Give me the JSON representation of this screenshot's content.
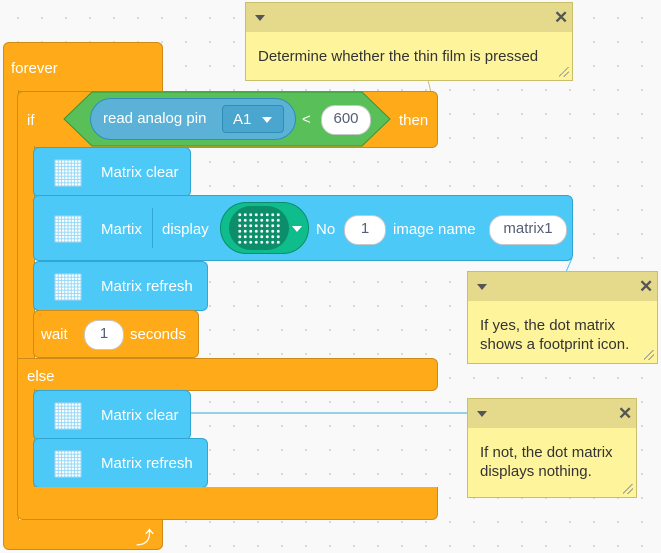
{
  "blocks": {
    "forever": "forever",
    "if": "if",
    "condition": {
      "read_analog_pin": "read analog pin",
      "pin": "A1",
      "operator": "<",
      "threshold": "600"
    },
    "then": "then",
    "matrix_clear_1": "Matrix clear",
    "display_block": {
      "module": "Martix",
      "action": "display",
      "no_label": "No",
      "no_value": "1",
      "image_name_label": "image name",
      "image_name_value": "matrix1"
    },
    "matrix_refresh_1": "Matrix refresh",
    "wait": {
      "label": "wait",
      "value": "1",
      "unit": "seconds"
    },
    "else": "else",
    "matrix_clear_2": "Matrix clear",
    "matrix_refresh_2": "Matrix refresh"
  },
  "comments": {
    "top": "Determine whether the thin film is pressed",
    "yes": "If yes, the dot matrix shows a footprint icon.",
    "no": "If not, the dot matrix displays nothing."
  },
  "colors": {
    "control": "#ffab19",
    "extension": "#4cc9f6",
    "operator": "#59c059",
    "sensing": "#5cb1d6",
    "comment": "#fef49c"
  },
  "icons": {
    "matrix": "dot-matrix-icon",
    "loop": "loop-arrow-icon",
    "collapse": "chevron-down-icon",
    "close": "close-icon"
  }
}
